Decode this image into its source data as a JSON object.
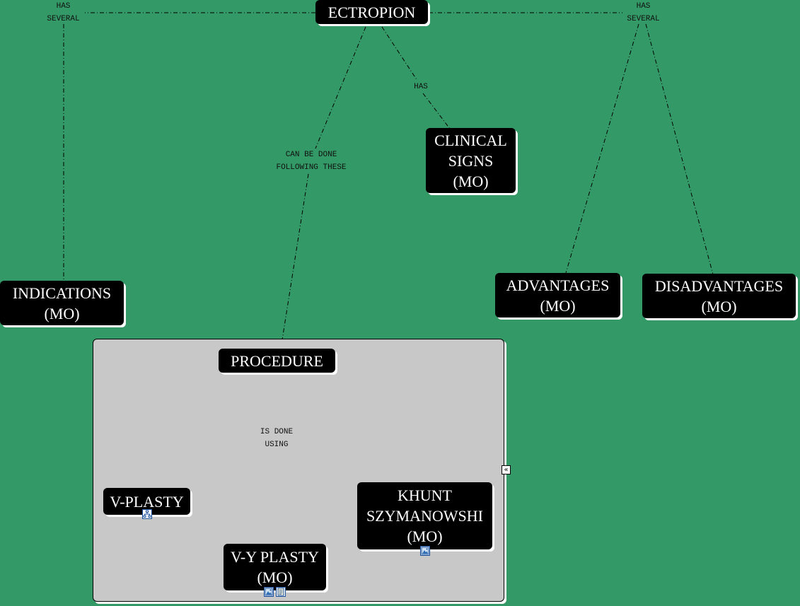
{
  "concepts": {
    "ectropion": "ECTROPION",
    "clinical_signs": "CLINICAL\nSIGNS\n(MO)",
    "indications": "INDICATIONS\n(MO)",
    "advantages": "ADVANTAGES\n(MO)",
    "disadvantages": "DISADVANTAGES\n(MO)",
    "procedure": "PROCEDURE",
    "v_plasty": "V-PLASTY",
    "vy_plasty": "V-Y PLASTY\n(MO)",
    "khunt": "KHUNT\nSZYMANOWSHI\n(MO)"
  },
  "links": {
    "has_several_left": "HAS\nSEVERAL",
    "has_several_right": "HAS\nSEVERAL",
    "has": "HAS",
    "can_be_done": "CAN BE DONE\nFOLLOWING THESE",
    "is_done_using": "IS DONE\nUSING"
  },
  "icons": {
    "collapse": "«",
    "concept_map_icon": "concept-map-icon",
    "image_icon": "image-icon",
    "document_icon": "document-icon"
  }
}
